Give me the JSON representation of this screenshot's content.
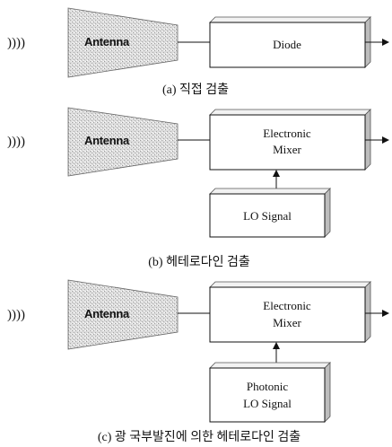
{
  "waves_glyph": "))))",
  "panels": [
    {
      "antenna_label": "Antenna",
      "mixer_lines": [
        "Diode"
      ],
      "lo_lines": [],
      "caption": "(a) 직접 검출"
    },
    {
      "antenna_label": "Antenna",
      "mixer_lines": [
        "Electronic",
        "Mixer"
      ],
      "lo_lines": [
        "LO Signal"
      ],
      "caption": "(b) 헤테로다인 검출"
    },
    {
      "antenna_label": "Antenna",
      "mixer_lines": [
        "Electronic",
        "Mixer"
      ],
      "lo_lines": [
        "Photonic",
        "LO Signal"
      ],
      "caption": "(c) 광 국부발진에 의한 헤테로다인 검출"
    }
  ]
}
